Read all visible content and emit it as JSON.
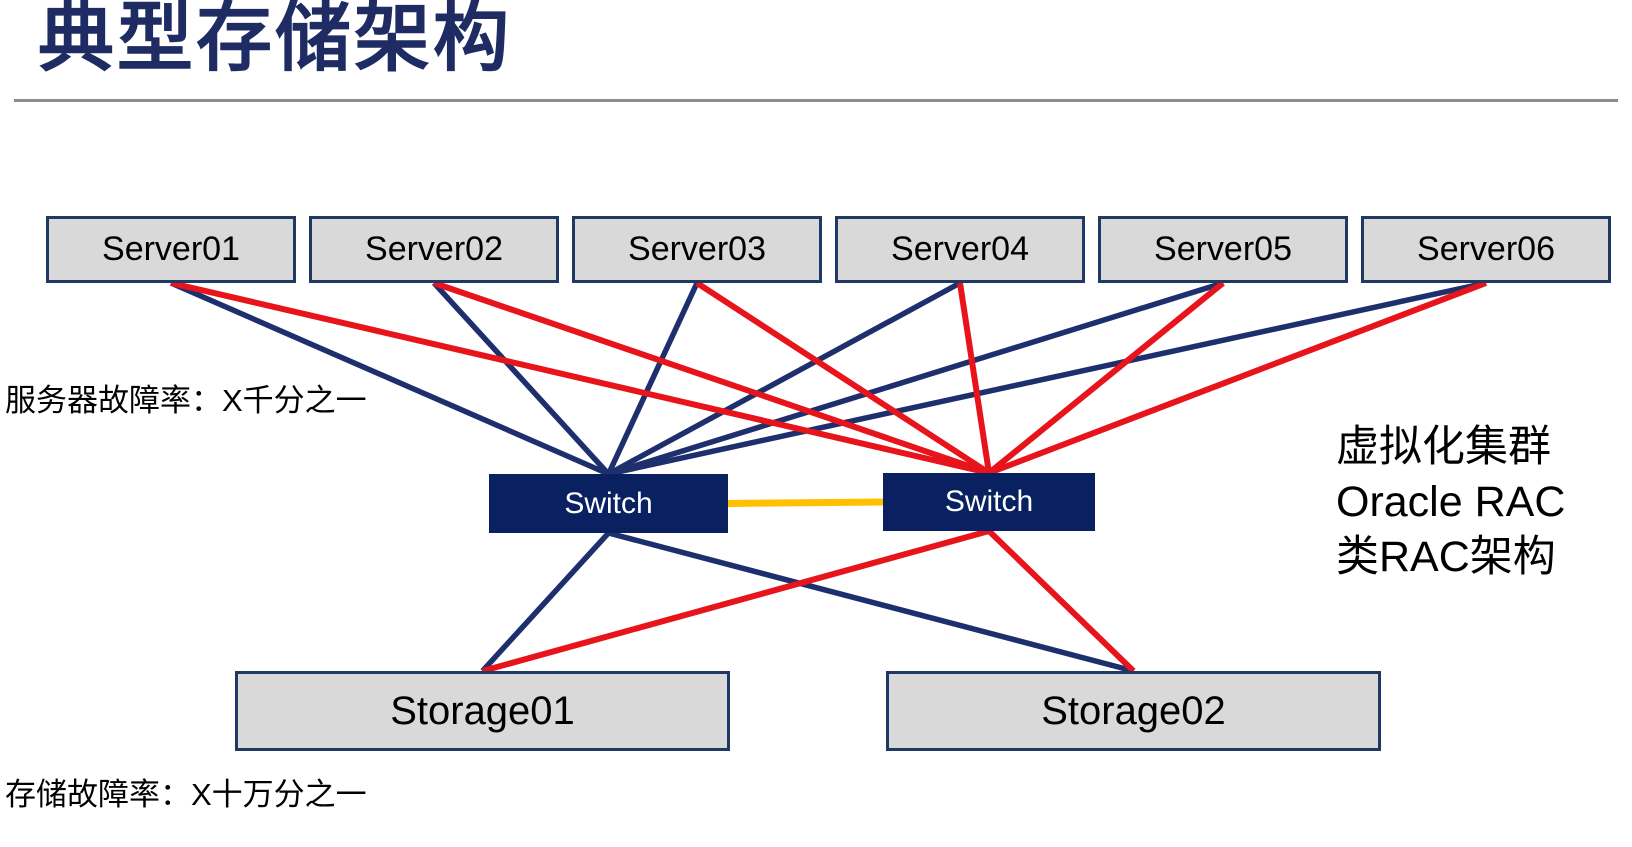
{
  "slide": {
    "title": "典型存储架构",
    "annotations": {
      "server_failure": "服务器故障率：X千分之一",
      "storage_failure": "存储故障率：X十万分之一",
      "side_note_lines": [
        "虚拟化集群",
        "Oracle RAC",
        "类RAC架构"
      ]
    }
  },
  "nodes": {
    "servers": [
      {
        "id": "server-1",
        "label": "Server01"
      },
      {
        "id": "server-2",
        "label": "Server02"
      },
      {
        "id": "server-3",
        "label": "Server03"
      },
      {
        "id": "server-4",
        "label": "Server04"
      },
      {
        "id": "server-5",
        "label": "Server05"
      },
      {
        "id": "server-6",
        "label": "Server06"
      }
    ],
    "switches": [
      {
        "id": "switch-left",
        "label": "Switch"
      },
      {
        "id": "switch-right",
        "label": "Switch"
      }
    ],
    "storages": [
      {
        "id": "storage-1",
        "label": "Storage01"
      },
      {
        "id": "storage-2",
        "label": "Storage02"
      }
    ]
  },
  "link_styles": {
    "navy": {
      "hex": "#1e2f6e",
      "width": 5.5
    },
    "red": {
      "hex": "#e8141c",
      "width": 6
    },
    "yellow": {
      "hex": "#ffc000",
      "width": 7
    }
  },
  "colors": {
    "title": "#1e2c63",
    "divider": "#8c8c8c",
    "node_fill": "#d9d9d9",
    "node_border": "#1f3864",
    "switch_fill": "#0a2161",
    "switch_text": "#ffffff",
    "text": "#000000",
    "background": "#ffffff"
  },
  "connections": [
    {
      "from": "server-1",
      "to": "switch-left",
      "color": "navy"
    },
    {
      "from": "server-2",
      "to": "switch-left",
      "color": "navy"
    },
    {
      "from": "server-3",
      "to": "switch-left",
      "color": "navy"
    },
    {
      "from": "server-4",
      "to": "switch-left",
      "color": "navy"
    },
    {
      "from": "server-5",
      "to": "switch-left",
      "color": "navy"
    },
    {
      "from": "server-6",
      "to": "switch-left",
      "color": "navy"
    },
    {
      "from": "server-1",
      "to": "switch-right",
      "color": "red"
    },
    {
      "from": "server-2",
      "to": "switch-right",
      "color": "red"
    },
    {
      "from": "server-3",
      "to": "switch-right",
      "color": "red"
    },
    {
      "from": "server-4",
      "to": "switch-right",
      "color": "red"
    },
    {
      "from": "server-5",
      "to": "switch-right",
      "color": "red"
    },
    {
      "from": "server-6",
      "to": "switch-right",
      "color": "red"
    },
    {
      "from": "switch-left",
      "to": "storage-1",
      "color": "navy"
    },
    {
      "from": "switch-left",
      "to": "storage-2",
      "color": "navy"
    },
    {
      "from": "switch-right",
      "to": "storage-1",
      "color": "red"
    },
    {
      "from": "switch-right",
      "to": "storage-2",
      "color": "red"
    },
    {
      "from": "switch-left",
      "to": "switch-right",
      "color": "yellow"
    }
  ]
}
